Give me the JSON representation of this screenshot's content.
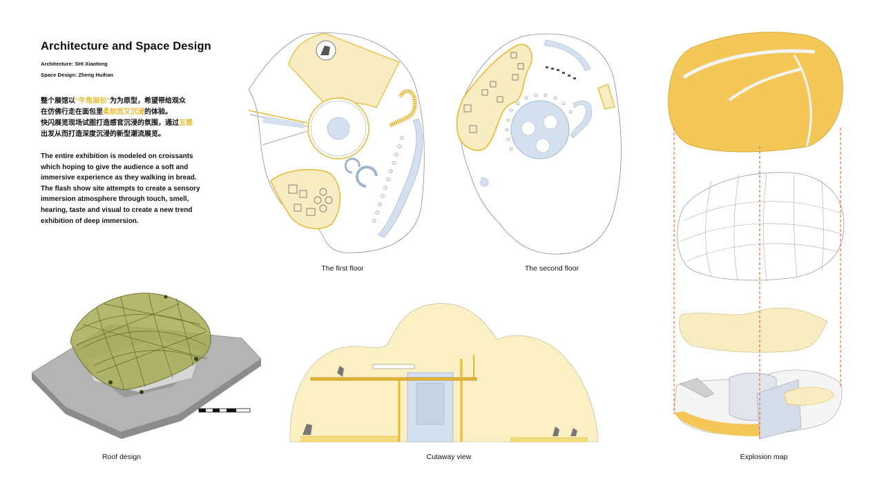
{
  "title": "Architecture and Space Design",
  "credits": {
    "architecture": "Architecture: SHI Xiaotong",
    "space_design": "Space Design: Zheng Huihan"
  },
  "description_cn": {
    "l1_a": "整个展馆以",
    "l1_h": "“牛角面包”",
    "l1_b": "为为原型，希望带给观众",
    "l2_a": "在仿佛行走在面包里",
    "l2_h": "柔软而又沉浸",
    "l2_b": "的体验。",
    "l3_a": "快闪展览现场试图打造感官沉浸的氛围，通过",
    "l3_h": "五感",
    "l4": "出发从而打造深度沉浸的新型潮流展览。"
  },
  "description_en": "The entire exhibition is modeled on croissants which hoping to give the audience a soft and immersive experience as they walking in bread. The flash show site attempts to create a sensory immersion atmosphere through touch, smell, hearing, taste and visual to create a new trend exhibition of deep immersion.",
  "captions": {
    "first_floor": "The first floor",
    "second_floor": "The second floor",
    "roof": "Roof design",
    "cutaway": "Cutaway view",
    "explosion": "Explosion map"
  },
  "colors": {
    "accent_yellow": "#e8b830",
    "pale_yellow": "#f8edc2",
    "pale_blue": "#d4e0ee",
    "guide_orange": "#e86a30",
    "roof_green": "#9aa24a",
    "base_gray": "#b4b4b4"
  }
}
